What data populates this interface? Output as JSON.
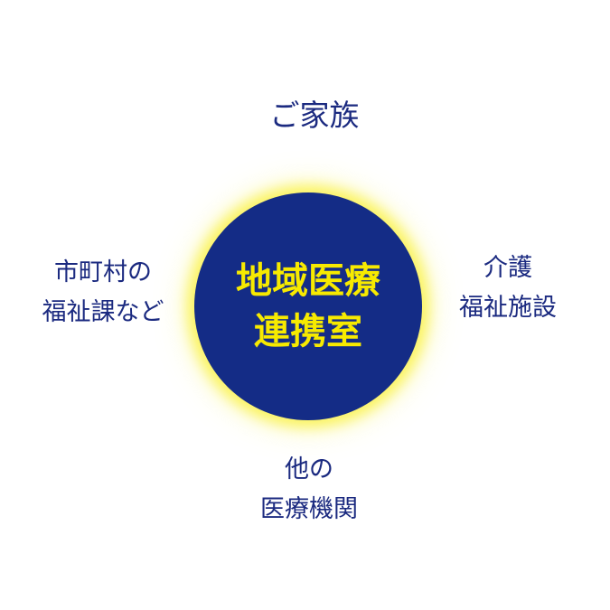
{
  "center": {
    "lines": [
      "地域医療",
      "連携室"
    ]
  },
  "nodes": {
    "family": {
      "lines": [
        "ご家族"
      ]
    },
    "city": {
      "lines": [
        "市町村の",
        "福祉課など"
      ]
    },
    "care": {
      "lines": [
        "介護",
        "福祉施設"
      ]
    },
    "other": {
      "lines": [
        "他の",
        "医療機関"
      ]
    }
  },
  "colors": {
    "circle": "#142c86",
    "center_text": "#f7ea00",
    "label_text": "#1b2a80"
  }
}
